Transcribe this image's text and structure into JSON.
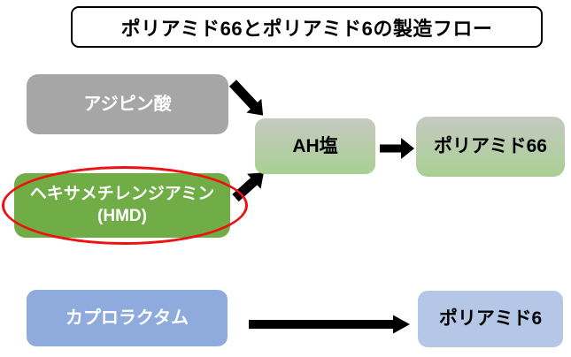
{
  "title": "ポリアミド66とポリアミド6の製造フロー",
  "nodes": {
    "adipic_acid": {
      "label": "アジピン酸"
    },
    "hmd": {
      "line1": "ヘキサメチレンジアミン",
      "line2": "(HMD)"
    },
    "ah_salt": {
      "label": "AH塩"
    },
    "polyamide66": {
      "label": "ポリアミド66"
    },
    "caprolactam": {
      "label": "カプロラクタム"
    },
    "polyamide6": {
      "label": "ポリアミド6"
    }
  },
  "palette": {
    "box_gray": "#a6a6a6",
    "box_green": "#70ad47",
    "box_gradient_top": "#c6c9c1",
    "box_gradient_bottom": "#a8d093",
    "box_blue": "#8faadc",
    "box_light_blue": "#b4c7e7",
    "highlight_red": "#ee1111",
    "arrow_black": "#000000",
    "title_border": "#000000"
  }
}
